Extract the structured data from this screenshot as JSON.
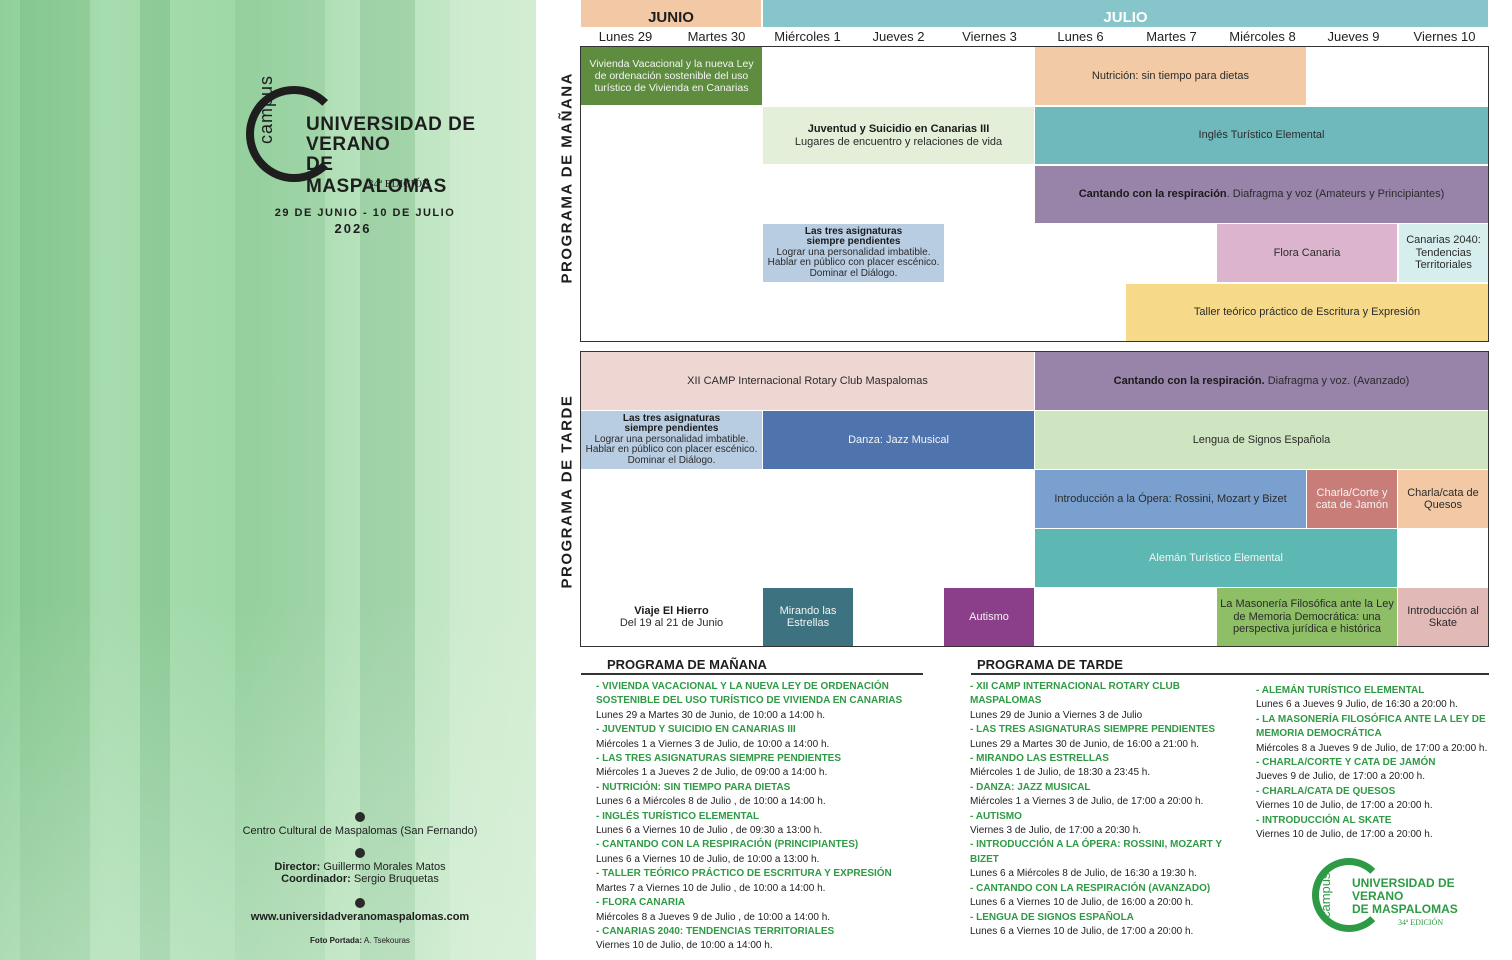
{
  "cover": {
    "logo": {
      "campus": "campus",
      "line1": "UNIVERSIDAD DE",
      "line2": "VERANO",
      "line3": "DE MASPALOMAS",
      "edition": "34ª EDICIÓN"
    },
    "dates": "29 DE JUNIO - 10 DE JULIO",
    "year": "2026",
    "venue": "Centro Cultural de Maspalomas (San Fernando)",
    "director_label": "Director:",
    "director_name": "Guillermo Morales Matos",
    "coordinator_label": "Coordinador:",
    "coordinator_name": "Sergio Bruquetas",
    "website": "www.universidadveranomaspalomas.com",
    "photo_label": "Foto Portada:",
    "photo_name": "A. Tsekouras",
    "icons": [
      "location-pin-icon",
      "person-icon",
      "web-icon"
    ]
  },
  "calendar": {
    "months": [
      "JUNIO",
      "JULIO"
    ],
    "days": [
      "Lunes 29",
      "Martes 30",
      "Miércoles 1",
      "Jueves 2",
      "Viernes 3",
      "Lunes 6",
      "Martes 7",
      "Miércoles 8",
      "Jueves 9",
      "Viernes 10"
    ]
  },
  "morning": {
    "label": "PROGRAMA DE MAÑANA",
    "cells": {
      "vivienda": "Vivienda Vacacional y la nueva Ley de ordenación sostenible del uso turístico de Vivienda en Canarias",
      "nutricion": "Nutrición: sin tiempo para dietas",
      "juventud_title": "Juventud y Suicidio en Canarias III",
      "juventud_sub": "Lugares de encuentro y relaciones de vida",
      "ingles": "Inglés Turístico Elemental",
      "cantando_title": "Cantando con la respiración",
      "cantando_sub": ". Diafragma y voz (Amateurs y Principiantes)",
      "tres_title": "Las tres asignaturas siempre pendientes",
      "tres_sub": "Lograr una personalidad imbatible. Hablar en público con placer escénico. Dominar el Diálogo.",
      "flora": "Flora Canaria",
      "canarias2040": "Canarias 2040: Tendencias Territoriales",
      "taller": "Taller teórico práctico de Escritura y Expresión"
    }
  },
  "afternoon": {
    "label": "PROGRAMA DE TARDE",
    "cells": {
      "rotary": "XII CAMP Internacional Rotary Club Maspalomas",
      "cantando_title": "Cantando con la respiración.",
      "cantando_sub": " Diafragma y voz. (Avanzado)",
      "tres_title": "Las tres asignaturas siempre pendientes",
      "tres_sub": "Lograr una personalidad imbatible. Hablar en público con placer escénico. Dominar el Diálogo.",
      "danza": "Danza: Jazz Musical",
      "signos": "Lengua de Signos Española",
      "opera": "Introducción a la Ópera: Rossini, Mozart y Bizet",
      "jamon": "Charla/Corte y cata de Jamón",
      "quesos": "Charla/cata de Quesos",
      "aleman": "Alemán Turístico Elemental",
      "hierro_title": "Viaje El Hierro",
      "hierro_sub": "Del 19 al 21 de Junio",
      "estrellas": "Mirando las Estrellas",
      "autismo": "Autismo",
      "masoneria": "La Masonería Filosófica ante la Ley de Memoria Democrática: una perspectiva jurídica e histórica",
      "skate": "Introducción al Skate"
    }
  },
  "listings": {
    "morning_heading": "PROGRAMA DE MAÑANA",
    "afternoon_heading": "PROGRAMA DE TARDE",
    "morning": [
      {
        "title": "- VIVIENDA VACACIONAL Y LA NUEVA LEY DE ORDENACIÓN SOSTENIBLE DEL USO TURÍSTICO DE VIVIENDA EN CANARIAS",
        "detail": "Lunes 29 a Martes 30 de Junio, de 10:00 a 14:00 h."
      },
      {
        "title": "- JUVENTUD Y SUICIDIO EN CANARIAS III",
        "detail": "Miércoles 1 a Viernes 3 de Julio, de 10:00 a 14:00 h."
      },
      {
        "title": "- LAS TRES ASIGNATURAS SIEMPRE PENDIENTES",
        "detail": "Miércoles 1 a Jueves 2 de Julio, de 09:00 a 14:00 h."
      },
      {
        "title": "- NUTRICIÓN: SIN TIEMPO PARA DIETAS",
        "detail": "Lunes 6 a Miércoles 8 de Julio , de 10:00 a 14:00 h."
      },
      {
        "title": "- INGLÉS TURÍSTICO ELEMENTAL",
        "detail": "Lunes 6 a Viernes 10 de Julio , de 09:30 a 13:00 h."
      },
      {
        "title": "- CANTANDO CON LA RESPIRACIÓN (PRINCIPIANTES)",
        "detail": "Lunes 6 a Viernes 10 de Julio, de 10:00 a 13:00 h."
      },
      {
        "title": "- TALLER TEÓRICO PRÁCTICO DE ESCRITURA Y EXPRESIÓN",
        "detail": "Martes 7 a Viernes 10 de Julio , de 10:00 a 14:00 h."
      },
      {
        "title": "- FLORA CANARIA",
        "detail": "Miércoles 8 a Jueves 9 de Julio , de 10:00 a 14:00 h."
      },
      {
        "title": "- CANARIAS 2040: TENDENCIAS TERRITORIALES",
        "detail": "Viernes 10 de Julio, de 10:00 a 14:00 h."
      }
    ],
    "afternoon_col1": [
      {
        "title": "- XII CAMP INTERNACIONAL ROTARY CLUB MASPALOMAS",
        "detail": "Lunes 29 de Junio a Viernes 3 de Julio"
      },
      {
        "title": "- LAS TRES ASIGNATURAS SIEMPRE PENDIENTES",
        "detail": "Lunes 29 a Martes 30 de Junio, de 16:00 a 21:00 h."
      },
      {
        "title": "- MIRANDO LAS ESTRELLAS",
        "detail": "Miércoles 1 de Julio, de 18:30 a 23:45 h."
      },
      {
        "title": "- DANZA: JAZZ MUSICAL",
        "detail": "Miércoles 1 a Viernes 3 de Julio, de 17:00 a 20:00 h."
      },
      {
        "title": "- AUTISMO",
        "detail": "Viernes 3 de Julio, de 17:00 a 20:30 h."
      },
      {
        "title": "- INTRODUCCIÓN A LA ÓPERA: ROSSINI, MOZART Y BIZET",
        "detail": "Lunes 6 a Miércoles 8 de Julio, de 16:30 a 19:30 h."
      },
      {
        "title": "- CANTANDO CON LA RESPIRACIÓN (AVANZADO)",
        "detail": "Lunes 6 a Viernes 10 de Julio, de 16:00 a 20:00 h."
      },
      {
        "title": "- LENGUA DE SIGNOS ESPAÑOLA",
        "detail": "Lunes 6 a Viernes 10 de Julio, de 17:00 a 20:00 h."
      }
    ],
    "afternoon_col2": [
      {
        "title": "- ALEMÁN TURÍSTICO ELEMENTAL",
        "detail": "Lunes 6 a Jueves 9 Julio, de 16:30 a 20:00 h."
      },
      {
        "title": "- LA MASONERÍA FILOSÓFICA ANTE LA LEY DE MEMORIA DEMOCRÁTICA",
        "detail": "Miércoles 8 a Jueves 9 de Julio, de 17:00 a 20:00 h."
      },
      {
        "title": "- CHARLA/CORTE Y CATA DE JAMÓN",
        "detail": "Jueves 9 de Julio, de 17:00 a 20:00 h."
      },
      {
        "title": "- CHARLA/CATA DE QUESOS",
        "detail": "Viernes 10 de Julio, de 17:00 a 20:00 h."
      },
      {
        "title": "- INTRODUCCIÓN AL SKATE",
        "detail": "Viernes 10 de Julio, de 17:00 a 20:00 h."
      }
    ],
    "logo": {
      "campus": "campus",
      "line1": "UNIVERSIDAD DE",
      "line2": "VERANO",
      "line3": "DE MASPALOMAS",
      "edition": "34ª EDICIÓN"
    }
  },
  "colors": {
    "junio": "#f2c9a4",
    "julio": "#86c5c9",
    "vivienda": "#5f8d3f",
    "nutricion": "#f2cba6",
    "juventud": "#e3efd9",
    "ingles": "#6fb9bd",
    "cantando": "#9883a9",
    "tres": "#b9cde2",
    "flora": "#dcb4cd",
    "canarias2040": "#d6eeed",
    "taller": "#f7d98a",
    "rotary": "#eed7d3",
    "danza": "#4f74ad",
    "signos": "#cfe4c0",
    "opera": "#7aa0cf",
    "jamon": "#c97d78",
    "quesos": "#f2c9a4",
    "aleman": "#5db8b3",
    "estrellas": "#3d7381",
    "autismo": "#8b3e8a",
    "masoneria": "#8ebe66",
    "skate": "#e1b9b6",
    "list_green": "#2f9a45"
  }
}
